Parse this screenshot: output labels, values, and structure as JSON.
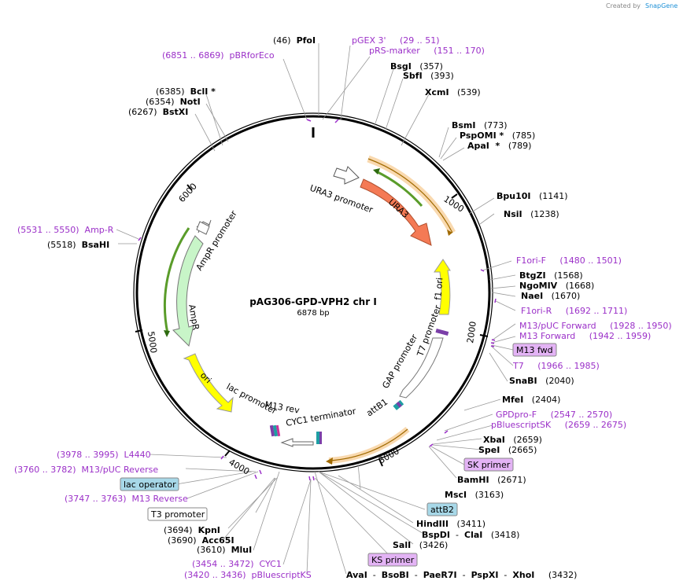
{
  "credit": {
    "prefix": "Created by",
    "brand": "SnapGene"
  },
  "center": {
    "title": "pAG306-GPD-VPH2 chr I",
    "size": "6878 bp"
  },
  "ticks": [
    "1000",
    "2000",
    "3000",
    "4000",
    "5000",
    "6000"
  ],
  "features": {
    "ura3_promoter": "URA3 promoter",
    "ura3": "URA3",
    "f1_ori": "f1 ori",
    "t7_promoter": "T7 promoter",
    "gap_promoter": "GAP promoter",
    "attb1": "attB1",
    "cyc1_terminator": "CYC1 terminator",
    "m13_rev": "M13 rev",
    "lac_promoter": "lac promoter",
    "ori": "ori",
    "ampr": "AmpR",
    "ampr_promoter": "AmpR promoter"
  },
  "labels": [
    {
      "id": "pfoi",
      "parts": [
        {
          "t": "(46)  "
        },
        {
          "t": "PfoI",
          "b": true
        }
      ]
    },
    {
      "id": "pgex3",
      "parts": [
        {
          "t": "pGEX 3'     (29 .. 51)",
          "p": true
        }
      ]
    },
    {
      "id": "prsmarker",
      "parts": [
        {
          "t": "pRS-marker     (151 .. 170)",
          "p": true
        }
      ]
    },
    {
      "id": "pbrforeco",
      "parts": [
        {
          "t": "(6851 .. 6869)  pBRforEco",
          "p": true
        }
      ]
    },
    {
      "id": "bsgi",
      "parts": [
        {
          "t": "BsgI",
          "b": true
        },
        {
          "t": "   (357)"
        }
      ]
    },
    {
      "id": "sbfi",
      "parts": [
        {
          "t": "SbfI",
          "b": true
        },
        {
          "t": "   (393)"
        }
      ]
    },
    {
      "id": "xcmi",
      "parts": [
        {
          "t": "XcmI",
          "b": true
        },
        {
          "t": "   (539)"
        }
      ]
    },
    {
      "id": "bcli",
      "parts": [
        {
          "t": "(6385)  "
        },
        {
          "t": "BclI *",
          "b": true
        }
      ]
    },
    {
      "id": "noti",
      "parts": [
        {
          "t": "(6354)  "
        },
        {
          "t": "NotI",
          "b": true
        }
      ]
    },
    {
      "id": "bstxi",
      "parts": [
        {
          "t": "(6267)  "
        },
        {
          "t": "BstXI",
          "b": true
        }
      ]
    },
    {
      "id": "bsmi",
      "parts": [
        {
          "t": "BsmI",
          "b": true
        },
        {
          "t": "   (773)"
        }
      ]
    },
    {
      "id": "pspomi",
      "parts": [
        {
          "t": "PspOMI *",
          "b": true
        },
        {
          "t": "   (785)"
        }
      ]
    },
    {
      "id": "apai",
      "parts": [
        {
          "t": "ApaI  *",
          "b": true
        },
        {
          "t": "   (789)"
        }
      ]
    },
    {
      "id": "bpu10i",
      "parts": [
        {
          "t": "Bpu10I",
          "b": true
        },
        {
          "t": "   (1141)"
        }
      ]
    },
    {
      "id": "nsii",
      "parts": [
        {
          "t": "NsiI",
          "b": true
        },
        {
          "t": "   (1238)"
        }
      ]
    },
    {
      "id": "ampr_lbl",
      "parts": [
        {
          "t": "(5531 .. 5550)  Amp-R",
          "p": true
        }
      ]
    },
    {
      "id": "bsahi",
      "parts": [
        {
          "t": "(5518)  "
        },
        {
          "t": "BsaHI",
          "b": true
        }
      ]
    },
    {
      "id": "f1orif",
      "parts": [
        {
          "t": "F1ori-F     (1480 .. 1501)",
          "p": true
        }
      ]
    },
    {
      "id": "btgzi",
      "parts": [
        {
          "t": "BtgZI",
          "b": true
        },
        {
          "t": "   (1568)"
        }
      ]
    },
    {
      "id": "ngomiv",
      "parts": [
        {
          "t": "NgoMIV",
          "b": true
        },
        {
          "t": "   (1668)"
        }
      ]
    },
    {
      "id": "naei",
      "parts": [
        {
          "t": "NaeI",
          "b": true
        },
        {
          "t": "   (1670)"
        }
      ]
    },
    {
      "id": "f1orir",
      "parts": [
        {
          "t": "F1ori-R     (1692 .. 1711)",
          "p": true
        }
      ]
    },
    {
      "id": "m13puc",
      "parts": [
        {
          "t": "M13/pUC Forward     (1928 .. 1950)",
          "p": true
        }
      ]
    },
    {
      "id": "m13fwd_l",
      "parts": [
        {
          "t": "M13 Forward     (1942 .. 1959)",
          "p": true
        }
      ]
    },
    {
      "id": "t7",
      "parts": [
        {
          "t": "T7     (1966 .. 1985)",
          "p": true
        }
      ]
    },
    {
      "id": "snabi",
      "parts": [
        {
          "t": "SnaBI",
          "b": true
        },
        {
          "t": "   (2040)"
        }
      ]
    },
    {
      "id": "mfei",
      "parts": [
        {
          "t": "MfeI",
          "b": true
        },
        {
          "t": "   (2404)"
        }
      ]
    },
    {
      "id": "gpdprof",
      "parts": [
        {
          "t": "GPDpro-F     (2547 .. 2570)",
          "p": true
        }
      ]
    },
    {
      "id": "pblsk",
      "parts": [
        {
          "t": "pBluescriptSK     (2659 .. 2675)",
          "p": true
        }
      ]
    },
    {
      "id": "xbai",
      "parts": [
        {
          "t": "XbaI",
          "b": true
        },
        {
          "t": "   (2659)"
        }
      ]
    },
    {
      "id": "spei",
      "parts": [
        {
          "t": "SpeI",
          "b": true
        },
        {
          "t": "   (2665)"
        }
      ]
    },
    {
      "id": "bamhi",
      "parts": [
        {
          "t": "BamHI",
          "b": true
        },
        {
          "t": "   (2671)"
        }
      ]
    },
    {
      "id": "msci",
      "parts": [
        {
          "t": "MscI",
          "b": true
        },
        {
          "t": "   (3163)"
        }
      ]
    },
    {
      "id": "hindiii",
      "parts": [
        {
          "t": "HindIII",
          "b": true
        },
        {
          "t": "   (3411)"
        }
      ]
    },
    {
      "id": "bspdi",
      "parts": [
        {
          "t": "BspDI",
          "b": true
        },
        {
          "t": "  -  "
        },
        {
          "t": "ClaI",
          "b": true
        },
        {
          "t": "   (3418)"
        }
      ]
    },
    {
      "id": "sali",
      "parts": [
        {
          "t": "SalI",
          "b": true
        },
        {
          "t": "   (3426)"
        }
      ]
    },
    {
      "id": "avai",
      "parts": [
        {
          "t": "AvaI",
          "b": true
        },
        {
          "t": "  -  "
        },
        {
          "t": "BsoBI",
          "b": true
        },
        {
          "t": "  -  "
        },
        {
          "t": "PaeR7I",
          "b": true
        },
        {
          "t": "  -  "
        },
        {
          "t": "PspXI",
          "b": true
        },
        {
          "t": "  -  "
        },
        {
          "t": "XhoI",
          "b": true
        },
        {
          "t": "     (3432)"
        }
      ]
    },
    {
      "id": "l4440",
      "parts": [
        {
          "t": "(3978 .. 3995)  L4440",
          "p": true
        }
      ]
    },
    {
      "id": "m13pucrev",
      "parts": [
        {
          "t": "(3760 .. 3782)  M13/pUC Reverse",
          "p": true
        }
      ]
    },
    {
      "id": "m13rev_l",
      "parts": [
        {
          "t": "(3747 .. 3763)  M13 Reverse",
          "p": true
        }
      ]
    },
    {
      "id": "kpni",
      "parts": [
        {
          "t": "(3694)  "
        },
        {
          "t": "KpnI",
          "b": true
        }
      ]
    },
    {
      "id": "acc65i",
      "parts": [
        {
          "t": "(3690)  "
        },
        {
          "t": "Acc65I",
          "b": true
        }
      ]
    },
    {
      "id": "mlui",
      "parts": [
        {
          "t": "(3610)  "
        },
        {
          "t": "MluI",
          "b": true
        }
      ]
    },
    {
      "id": "cyc1",
      "parts": [
        {
          "t": "(3454 .. 3472)  CYC1",
          "p": true
        }
      ]
    },
    {
      "id": "pblks",
      "parts": [
        {
          "t": "(3420 .. 3436)  pBluescriptKS",
          "p": true
        }
      ]
    }
  ],
  "boxes": {
    "m13fwd": "M13 fwd",
    "skprimer": "SK primer",
    "attb2": "attB2",
    "ksprimer": "KS primer",
    "lacoperator": "lac operator",
    "t3promoter": "T3 promoter"
  }
}
